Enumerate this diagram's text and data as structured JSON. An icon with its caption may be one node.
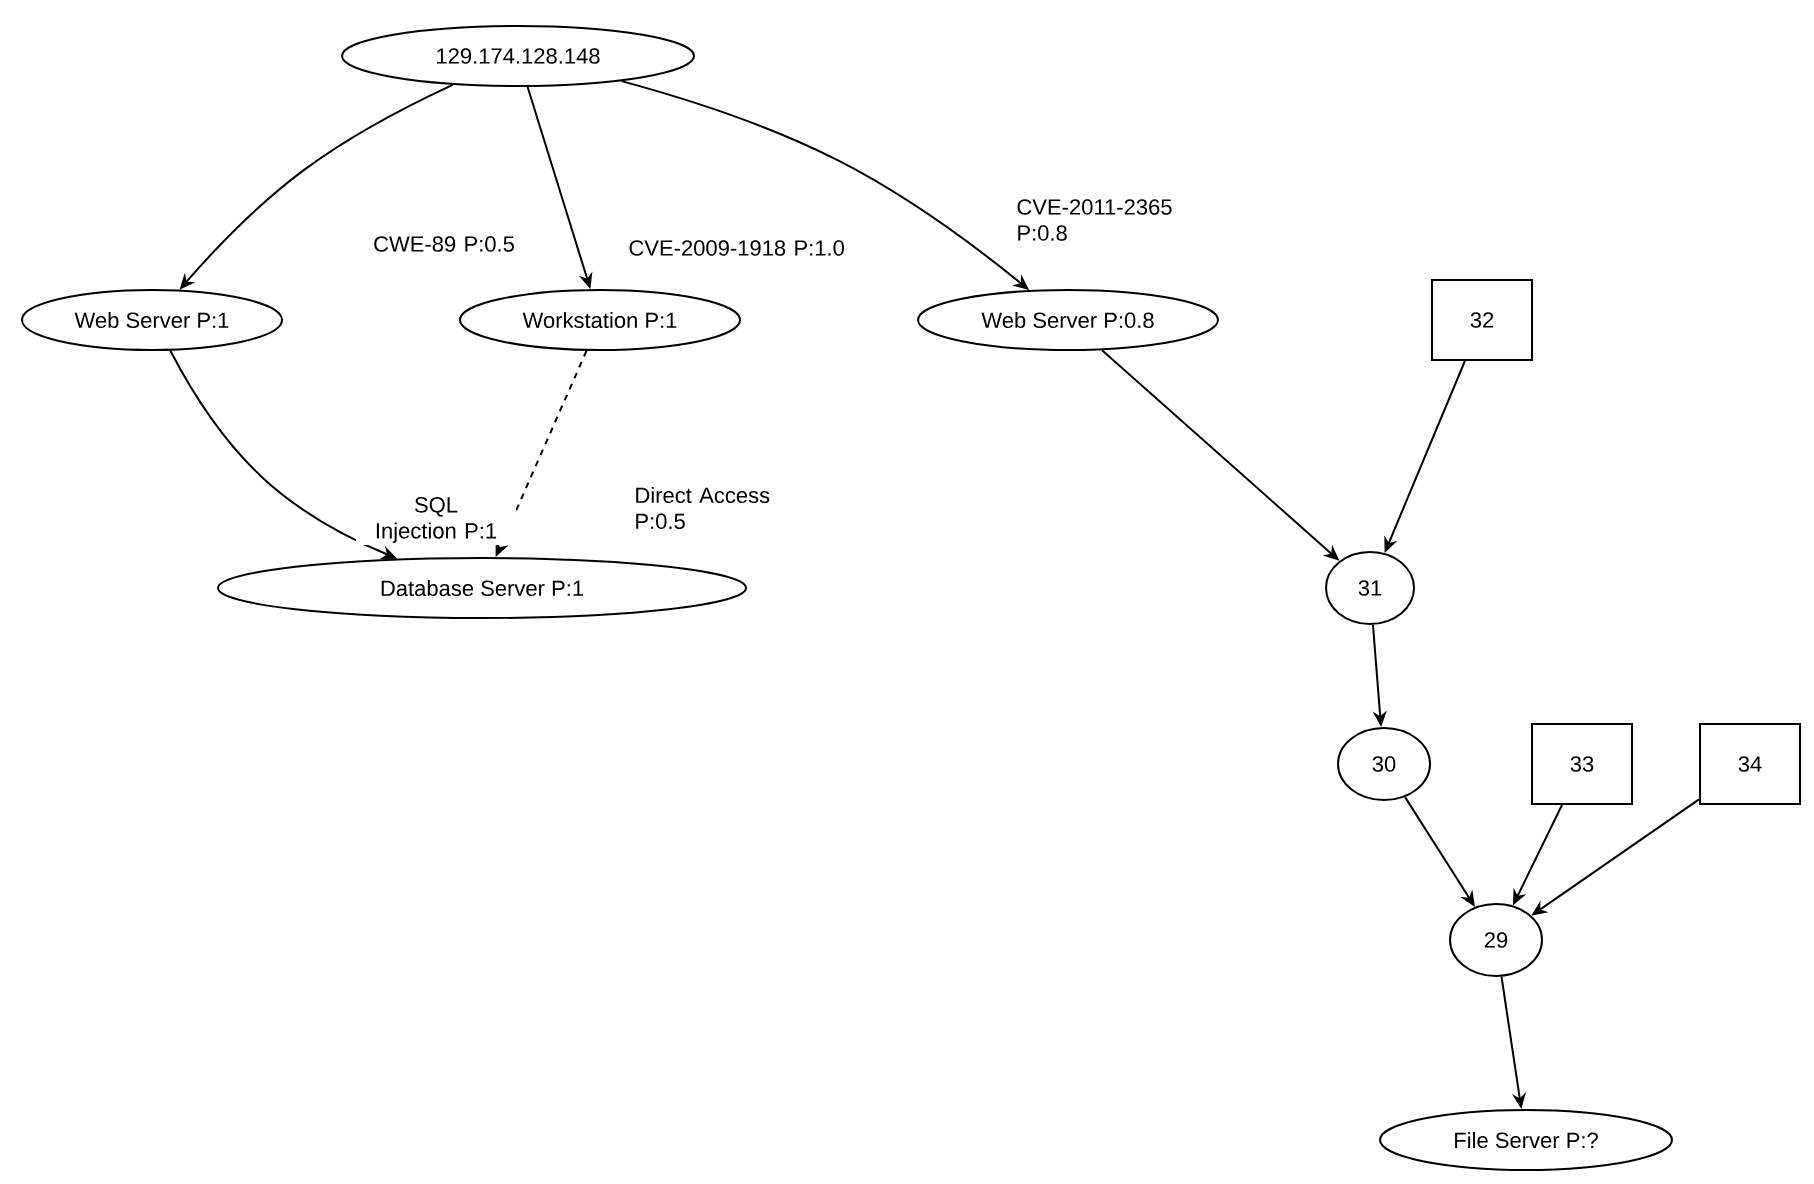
{
  "diagram": {
    "nodes": [
      {
        "text": [
          "129.174.128.148"
        ]
      },
      {
        "text": [
          "Web Server P:1"
        ]
      },
      {
        "text": [
          "Workstation P:1"
        ]
      },
      {
        "text": [
          "Web Server P:0.8"
        ]
      },
      {
        "text": [
          "32"
        ]
      },
      {
        "text": [
          "Database Server P:1"
        ]
      },
      {
        "text": [
          "31"
        ]
      },
      {
        "text": [
          "30"
        ]
      },
      {
        "text": [
          "33"
        ]
      },
      {
        "text": [
          "34"
        ]
      },
      {
        "text": [
          "29"
        ]
      },
      {
        "text": [
          "File Server P:?"
        ]
      }
    ],
    "edges": [
      {
        "from": 0,
        "to": 1,
        "arrow": "to",
        "label": "CWE-89 P:0.5"
      },
      {
        "from": 0,
        "to": 2,
        "arrow": "to",
        "label": "CVE-2009-1918 P:1.0"
      },
      {
        "from": 0,
        "to": 3,
        "arrow": "to",
        "label": "CVE-2011-2365 P:0.8"
      },
      {
        "from": 1,
        "to": 5,
        "arrow": "to",
        "label": "SQL Injection P:1"
      },
      {
        "from": 2,
        "to": 5,
        "arrow": "to",
        "label": "Direct Access P:0.5",
        "style": "dashed"
      },
      {
        "from": 3,
        "to": 6,
        "arrow": "to"
      },
      {
        "from": 4,
        "to": 6,
        "arrow": "to"
      },
      {
        "from": 6,
        "to": 7,
        "arrow": "to"
      },
      {
        "from": 7,
        "to": 10,
        "arrow": "to"
      },
      {
        "from": 8,
        "to": 10,
        "arrow": "to"
      },
      {
        "from": 9,
        "to": 10,
        "arrow": "to"
      },
      {
        "from": 10,
        "to": 11,
        "arrow": "to"
      }
    ]
  }
}
